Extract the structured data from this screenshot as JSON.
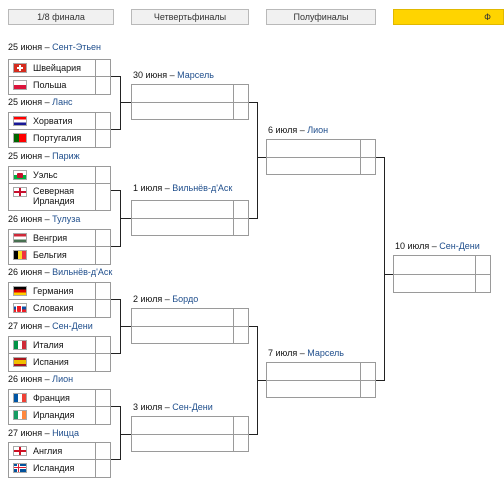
{
  "headers": {
    "round_of_16": "1/8 финала",
    "quarterfinals": "Четвертьфиналы",
    "semifinals": "Полуфиналы",
    "final": "Ф"
  },
  "round_of_16": [
    {
      "date": "25 июня",
      "city": "Сент-Этьен",
      "home": "Швейцария",
      "away": "Польша"
    },
    {
      "date": "25 июня",
      "city": "Ланс",
      "home": "Хорватия",
      "away": "Португалия"
    },
    {
      "date": "25 июня",
      "city": "Париж",
      "home": "Уэльс",
      "away": "Северная Ирландия"
    },
    {
      "date": "26 июня",
      "city": "Тулуза",
      "home": "Венгрия",
      "away": "Бельгия"
    },
    {
      "date": "26 июня",
      "city": "Вильнёв-д'Аск",
      "home": "Германия",
      "away": "Словакия"
    },
    {
      "date": "27 июня",
      "city": "Сен-Дени",
      "home": "Италия",
      "away": "Испания"
    },
    {
      "date": "26 июня",
      "city": "Лион",
      "home": "Франция",
      "away": "Ирландия"
    },
    {
      "date": "27 июня",
      "city": "Ницца",
      "home": "Англия",
      "away": "Исландия"
    }
  ],
  "quarterfinals": [
    {
      "date": "30 июня",
      "city": "Марсель"
    },
    {
      "date": "1 июля",
      "city": "Вильнёв-д'Аск"
    },
    {
      "date": "2 июля",
      "city": "Бордо"
    },
    {
      "date": "3 июля",
      "city": "Сен-Дени"
    }
  ],
  "semifinals": [
    {
      "date": "6 июля",
      "city": "Лион"
    },
    {
      "date": "7 июля",
      "city": "Марсель"
    }
  ],
  "final": {
    "date": "10 июля",
    "city": "Сен-Дени"
  },
  "date_separator": " – ",
  "flags": {
    "Швейцария": "switzerland-flag-icon",
    "Польша": "poland-flag-icon",
    "Хорватия": "croatia-flag-icon",
    "Португалия": "portugal-flag-icon",
    "Уэльс": "wales-flag-icon",
    "Северная Ирландия": "northern-ireland-flag-icon",
    "Венгрия": "hungary-flag-icon",
    "Бельгия": "belgium-flag-icon",
    "Германия": "germany-flag-icon",
    "Словакия": "slovakia-flag-icon",
    "Италия": "italy-flag-icon",
    "Испания": "spain-flag-icon",
    "Франция": "france-flag-icon",
    "Ирландия": "ireland-flag-icon",
    "Англия": "england-flag-icon",
    "Исландия": "iceland-flag-icon"
  },
  "colors": {
    "final_header": "#ffd400",
    "header_bg": "#f1f1f1",
    "city_text": "#1f4e8c",
    "lines": "#222222"
  }
}
